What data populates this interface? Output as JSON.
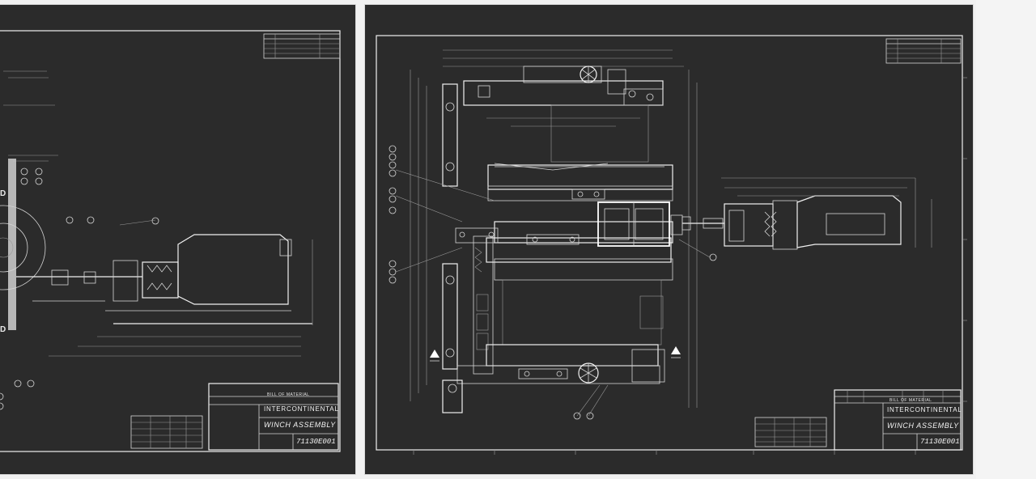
{
  "viewer": {
    "title": "Winch Assembly drawing pages"
  },
  "pages": [
    {
      "company": "INTERCONTINENTAL",
      "title": "WINCH ASSEMBLY",
      "drawing_number": "71130E001",
      "bill_label": "BILL OF MATERIAL"
    },
    {
      "company": "INTERCONTINENTAL",
      "title": "WINCH ASSEMBLY",
      "drawing_number": "71130E001",
      "bill_label": "BILL OF MATERIAL"
    }
  ],
  "icons": {
    "section_marker": "section-arrow-icon"
  },
  "colors": {
    "sheet_background": "#2b2b2b",
    "linework": "#f0f0f0",
    "viewer_background": "#f1f1f1"
  }
}
